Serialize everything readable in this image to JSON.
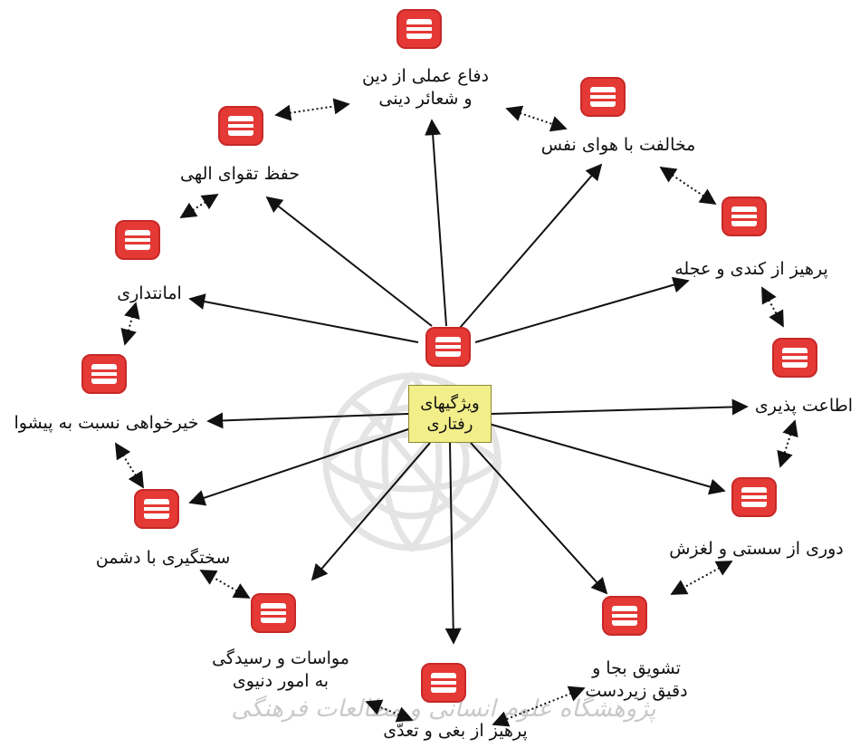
{
  "center": {
    "label": "ویژگیهای\nرفتاری",
    "icon": "grid-icon"
  },
  "nodes": [
    {
      "id": "nafs",
      "label": "مخالفت با هوای نفس"
    },
    {
      "id": "kondi",
      "label": "پرهیز از کندی و عجله"
    },
    {
      "id": "etaat",
      "label": "اطاعت پذیری"
    },
    {
      "id": "sosti",
      "label": "دوری از سستی و لغزش"
    },
    {
      "id": "tashvigh",
      "label": "تشویق   بجا   و\nدقیق زیردست"
    },
    {
      "id": "baghy",
      "label": "پرهیز از بغی و تعدّی"
    },
    {
      "id": "movasat",
      "label": "مواسات و رسیدگی\nبه   امور   دنیوی"
    },
    {
      "id": "doshman",
      "label": "سختگیری با دشمن"
    },
    {
      "id": "pishva",
      "label": "خیرخواهی نسبت به پیشوا"
    },
    {
      "id": "amanat",
      "label": "امانتداری"
    },
    {
      "id": "taghva",
      "label": "حفظ تقوای الهی"
    },
    {
      "id": "defa",
      "label": "دفاع عملی از دین\nو   شعائر   دینی"
    }
  ],
  "icon_name": "grid-icon",
  "colors": {
    "icon": "#e53935",
    "center_box": "#f2ef8a",
    "edge": "#111111"
  },
  "watermark": {
    "text": "پژوهشگاه علوم انسانی و مطالعات فرهنگی"
  }
}
